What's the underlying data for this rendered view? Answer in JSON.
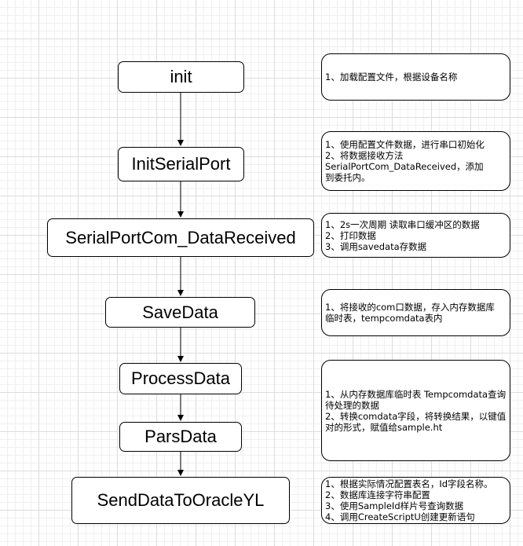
{
  "flow": {
    "nodes": [
      {
        "id": "init",
        "label": "init"
      },
      {
        "id": "init-serial-port",
        "label": "InitSerialPort"
      },
      {
        "id": "serial-port-com-data-received",
        "label": "SerialPortCom_DataReceived"
      },
      {
        "id": "save-data",
        "label": "SaveData"
      },
      {
        "id": "process-data",
        "label": "ProcessData"
      },
      {
        "id": "pars-data",
        "label": "ParsData"
      },
      {
        "id": "send-data-to-oracle-yl",
        "label": "SendDataToOracleYL"
      }
    ]
  },
  "notes": [
    {
      "lines": [
        "1、加载配置文件，根据设备名称"
      ]
    },
    {
      "lines": [
        "1、使用配置文件数据，进行串口初始化",
        "2、将数据接收方法",
        "SerialPortCom_DataReceived，添加",
        "到委托内。"
      ]
    },
    {
      "lines": [
        "1、2s一次周期 读取串口缓冲区的数据",
        "2、打印数据",
        "3、调用savedata存数据"
      ]
    },
    {
      "lines": [
        "1、将接收的com口数据，存入内存数据库",
        "临时表，tempcomdata表内"
      ]
    },
    {
      "lines": [
        "1、从内存数据库临时表 Tempcomdata查询",
        "待处理的数据",
        "2、转换comdata字段，将转换结果，以键值",
        "对的形式，赋值给sample.ht"
      ]
    },
    {
      "lines": [
        "1、根据实际情况配置表名，Id字段名称。",
        "2、数据库连接字符串配置",
        "3、使用SampleId样片号查询数据",
        "4、调用CreateScriptU创建更新语句"
      ]
    }
  ]
}
